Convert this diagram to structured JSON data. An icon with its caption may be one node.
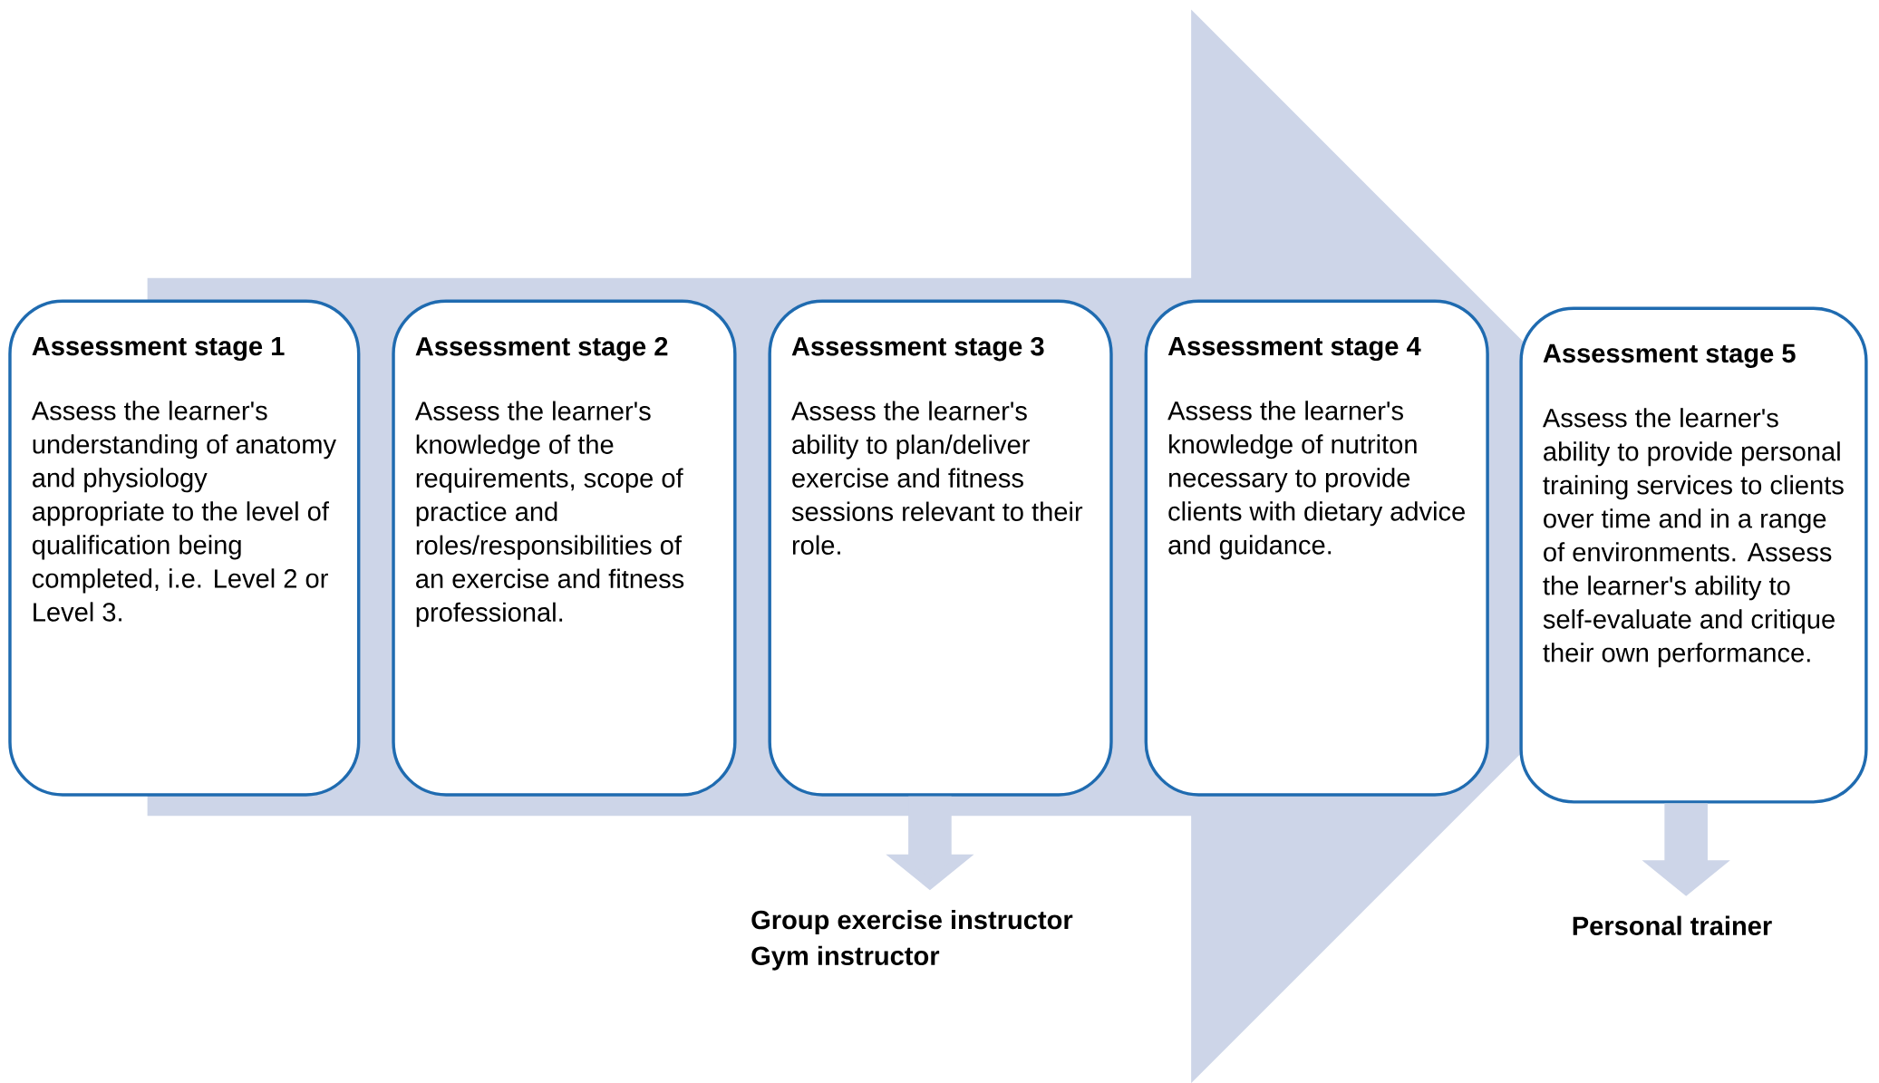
{
  "diagram": {
    "nodes": [
      {
        "text": [
          "Assessment stage 1",
          "Assess the learner's understanding of anatomy and physiology appropriate to the level of qualification being completed, i.e. Level 2 or Level 3."
        ]
      },
      {
        "text": [
          "Assessment stage 2",
          "Assess the learner's knowledge of the requirements, scope of practice and roles/responsibilities of an exercise and fitness professional."
        ]
      },
      {
        "text": [
          "Assessment stage 3",
          "Assess the learner's ability to plan/deliver exercise and fitness sessions relevant to their role."
        ]
      },
      {
        "text": [
          "Assessment stage 4",
          "Assess the learner's knowledge of nutriton necessary to provide clients with dietary advice and guidance."
        ]
      },
      {
        "text": [
          "Assessment stage 5",
          "Assess the learner's ability to provide personal training services to clients over time and in a range of environments. Assess the learner's ability to self-evaluate and critique their own performance."
        ]
      },
      {
        "text": [
          "Group exercise instructor",
          "Gym instructor"
        ]
      },
      {
        "text": [
          "Personal trainer"
        ]
      }
    ],
    "edges": [
      {
        "from": 0,
        "to": 4,
        "arrow": "to"
      },
      {
        "from": 2,
        "to": 5,
        "arrow": "to"
      },
      {
        "from": 4,
        "to": 6,
        "arrow": "to"
      }
    ]
  }
}
